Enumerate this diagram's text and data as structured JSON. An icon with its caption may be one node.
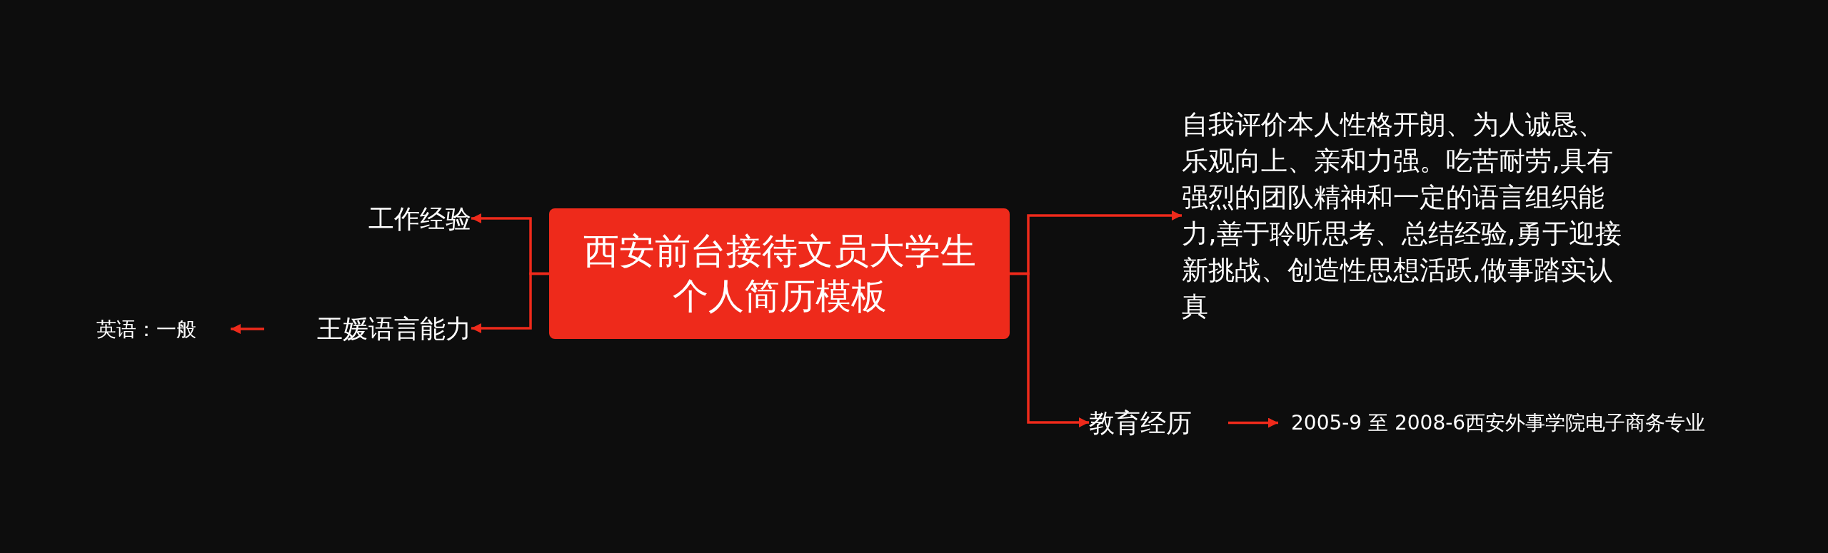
{
  "diagram": {
    "nodes": [
      {
        "text": [
          "西安前台接待文员大学生个人简历模板"
        ]
      },
      {
        "text": [
          "工作经验"
        ]
      },
      {
        "text": [
          "王媛语言能力"
        ]
      },
      {
        "text": [
          "英语：一般"
        ]
      },
      {
        "text": [
          "自我评价本人性格开朗、为人诚恳、乐观向上、亲和力强。吃苦耐劳,具有强烈的团队精神和一定的语言组织能力,善于聆听思考、总结经验,勇于迎接新挑战、创造性思想活跃,做事踏实认真"
        ]
      },
      {
        "text": [
          "教育经历"
        ]
      },
      {
        "text": [
          "2005-9 至 2008-6西安外事学院电子商务专业"
        ]
      }
    ],
    "edges": [
      {
        "from": 0,
        "to": 1,
        "arrow": "to"
      },
      {
        "from": 0,
        "to": 2,
        "arrow": "to"
      },
      {
        "from": 2,
        "to": 3,
        "arrow": "to"
      },
      {
        "from": 0,
        "to": 4,
        "arrow": "to"
      },
      {
        "from": 0,
        "to": 5,
        "arrow": "to"
      },
      {
        "from": 5,
        "to": 6,
        "arrow": "to"
      }
    ]
  }
}
